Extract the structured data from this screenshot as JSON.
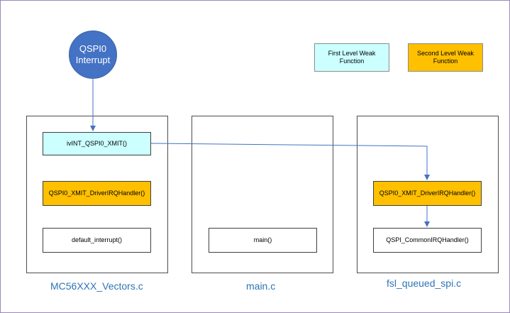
{
  "colors": {
    "first_level_fill": "#ccffff",
    "second_level_fill": "#ffc000",
    "interrupt_fill": "#4472c4",
    "arrow": "#4472c4",
    "caption": "#2e74b5",
    "border": "#4d4d4d"
  },
  "interrupt": {
    "line1": "QSPI0",
    "line2": "Interrupt"
  },
  "legend": {
    "first_level": "First Level Weak Function",
    "second_level": "Second Level Weak Function"
  },
  "vectors_file": {
    "caption": "MC56XXX_Vectors.c",
    "first_level_fn": "ivINT_QSPI0_XMIT()",
    "second_level_fn": "QSPI0_XMIT_DriverIRQHandler()",
    "default_fn": "default_interrupt()"
  },
  "main_file": {
    "caption": "main.c",
    "main_fn": "main()"
  },
  "spi_file": {
    "caption": "fsl_queued_spi.c",
    "handler_fn": "QSPI0_XMIT_DriverIRQHandler()",
    "common_fn": "QSPI_CommonIRQHandler()"
  }
}
